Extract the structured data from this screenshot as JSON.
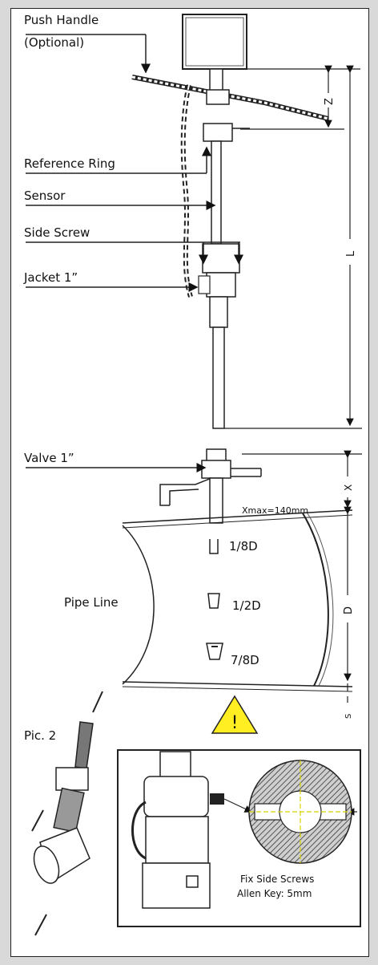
{
  "labels": {
    "push_handle": "Push Handle",
    "optional": "(Optional)",
    "reference_ring": "Reference Ring",
    "sensor": "Sensor",
    "side_screw": "Side Screw",
    "jacket": "Jacket 1”",
    "valve": "Valve 1”",
    "pipe_line": "Pipe Line",
    "xmax": "Xmax=140mm",
    "depth_1_8": "1/8D",
    "depth_1_2": "1/2D",
    "depth_7_8": "7/8D",
    "pic2": "Pic. 2",
    "fix_side_screws": "Fix Side Screws",
    "allen_key": "Allen Key: 5mm"
  },
  "dimensions": {
    "z": "Z",
    "l": "L",
    "x": "X",
    "d": "D",
    "s": "S"
  },
  "warning_symbol": "!",
  "colors": {
    "panel_border": "#222222",
    "frame": "#d9d9d9",
    "warning_fill": "#ffee22",
    "crosshair": "#d8d200",
    "hatch": "#555555"
  },
  "icons": {
    "warning": "warning-triangle-icon"
  }
}
